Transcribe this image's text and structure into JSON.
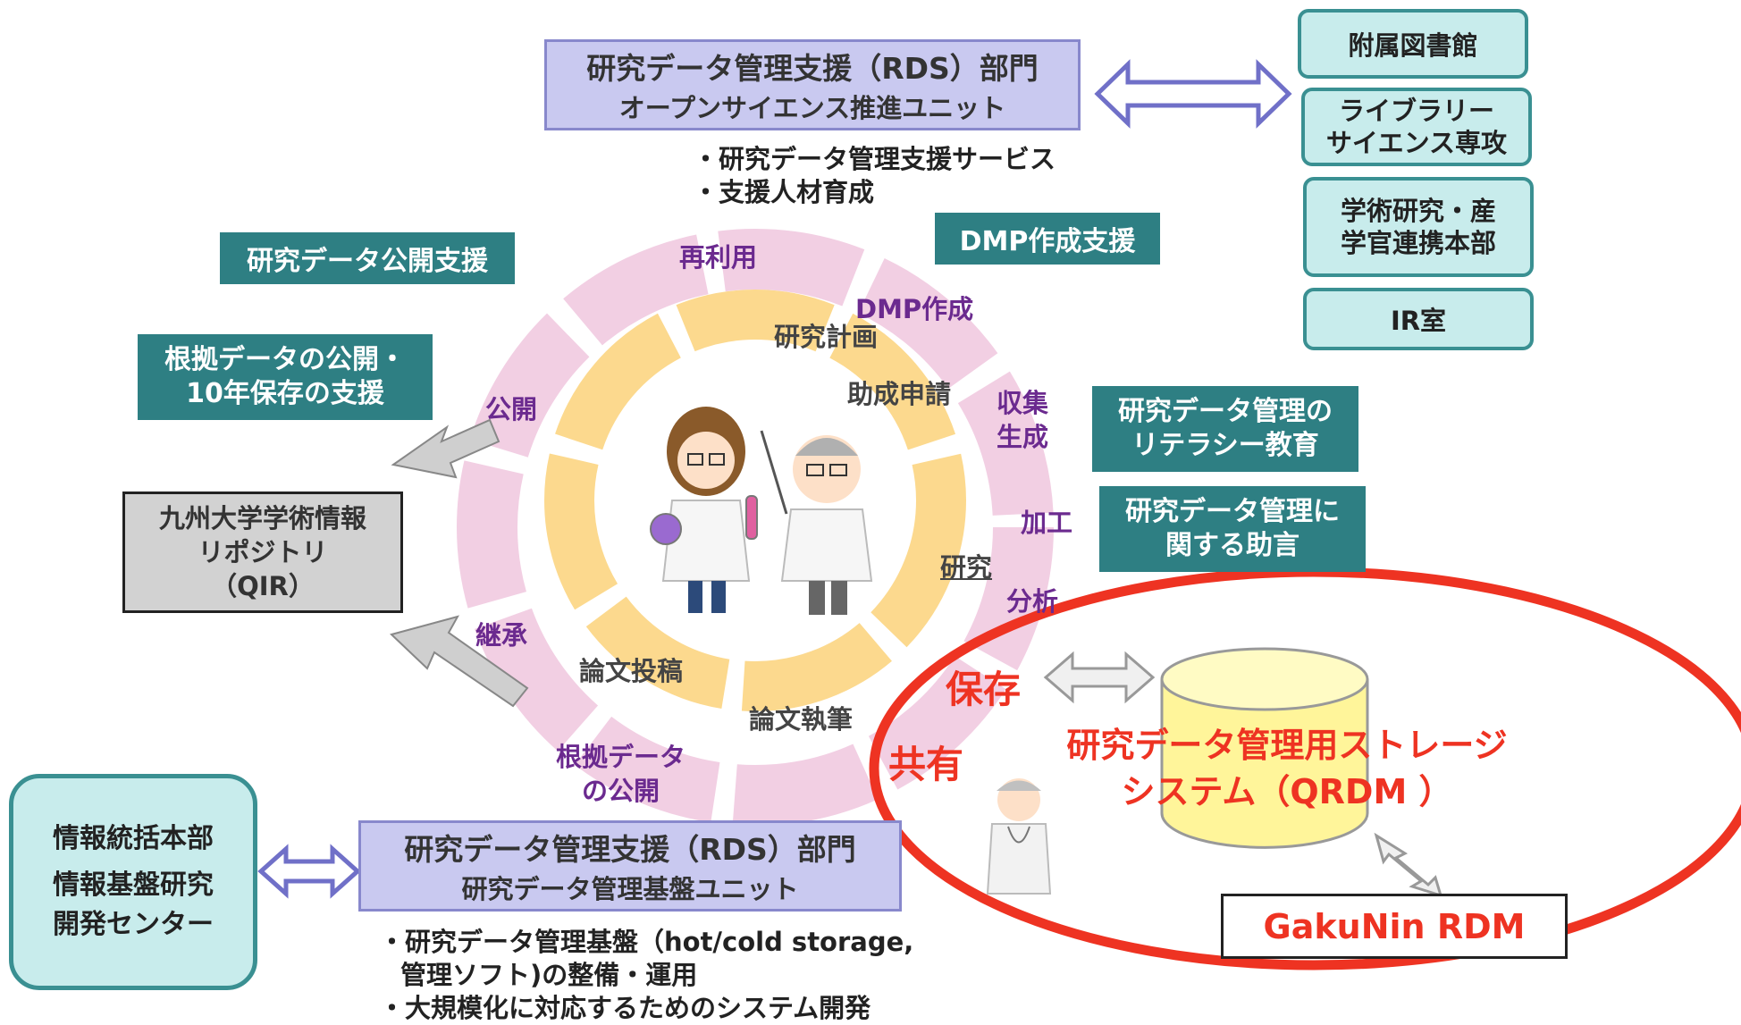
{
  "rds_top": {
    "title": "研究データ管理支援（RDS）部門",
    "subtitle": "オープンサイエンス推進ユニット"
  },
  "rds_top_bullets": [
    "・研究データ管理支援サービス",
    "・支援人材育成"
  ],
  "rds_bottom": {
    "title": "研究データ管理支援（RDS）部門",
    "subtitle": "研究データ管理基盤ユニット"
  },
  "rds_bottom_bullets": [
    "・研究データ管理基盤（hot/cold storage,",
    "管理ソフト)の整備・運用",
    "・大規模化に対応するためのシステム開発"
  ],
  "partners": [
    "附属図書館",
    "ライブラリー\nサイエンス専攻",
    "学術研究・産\n学官連携本部",
    "IR室"
  ],
  "info_center": [
    "情報統括本部",
    "情報基盤研究",
    "開発センター"
  ],
  "support": {
    "dmp": "DMP作成支援",
    "publish": "研究データ公開支援",
    "evidence": "根拠データの公開・\n10年保存の支援",
    "literacy": "研究データ管理の\nリテラシー教育",
    "advice": "研究データ管理に\n関する助言"
  },
  "qir": "九州大学学術情報\nリポジトリ\n（QIR）",
  "outer_cycle": {
    "reuse": "再利用",
    "dmp_create": "DMP作成",
    "collect": "収集\n生成",
    "process": "加工",
    "analyze": "分析",
    "store": "保存",
    "share": "共有",
    "evidence_publish": "根拠データ\nの公開",
    "inherit": "継承",
    "publish": "公開"
  },
  "inner_cycle": {
    "plan": "研究計画",
    "grant": "助成申請",
    "research": "研究",
    "writing": "論文執筆",
    "submit": "論文投稿"
  },
  "qrdm": "研究データ管理用ストレージ\nシステム（QRDM ）",
  "gakunin": "GakuNin RDM",
  "colors": {
    "teal": "#2e7f83",
    "lavender": "#c9c9f0",
    "mint": "#c8ecec",
    "red": "#ee3322",
    "purple": "#6b2a8f",
    "cycle_outer": "#f0c8e0",
    "cycle_inner": "#fcd78a"
  }
}
